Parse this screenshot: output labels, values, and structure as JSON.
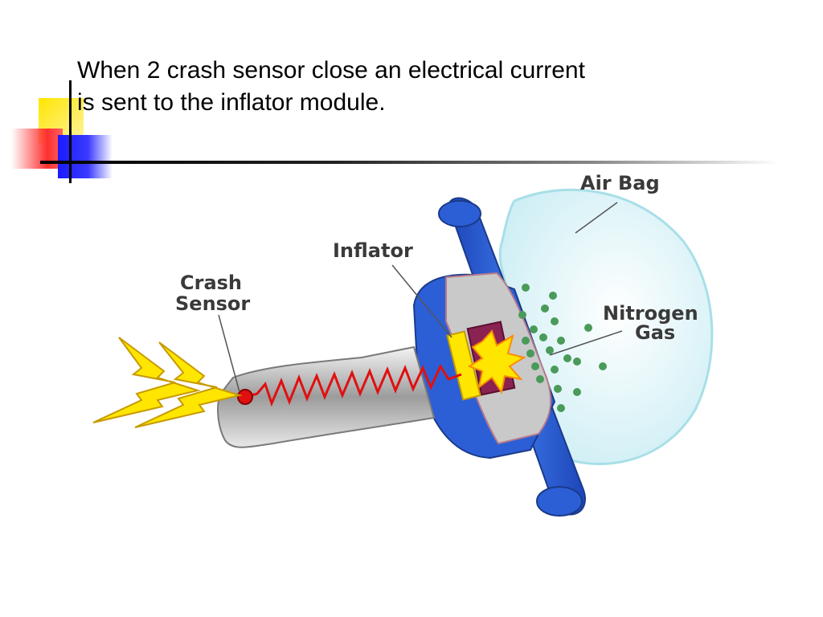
{
  "slide": {
    "title_line1": "When 2 crash sensor close an electrical current",
    "title_line2": "is sent to the inflator module."
  },
  "diagram": {
    "labels": {
      "air_bag": "Air Bag",
      "inflator": "Inflator",
      "crash": "Crash",
      "sensor": "Sensor",
      "nitrogen": "Nitrogen",
      "gas": "Gas"
    },
    "colors": {
      "deco_yellow": "#FFD700",
      "deco_red": "#FF2A2A",
      "deco_blue": "#2A2AFF",
      "steering_blue": "#2C5FD6",
      "housing_gray": "#C8C8C8",
      "airbag_fill": "#DFF6FA",
      "gas_green": "#4A9A5A",
      "spark_yellow": "#FFE600",
      "wire_red": "#E01010"
    }
  }
}
